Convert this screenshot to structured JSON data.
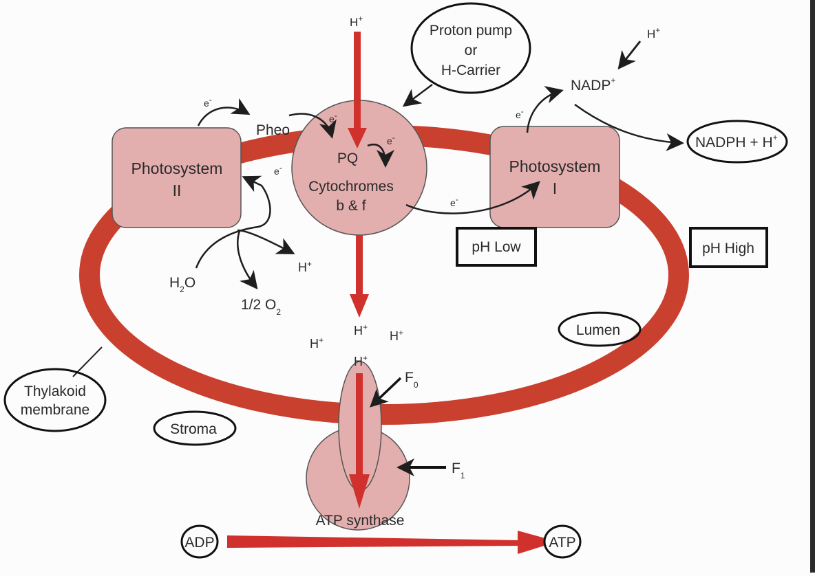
{
  "title": "Light-dependent reactions in the thylakoid membrane",
  "colors": {
    "membrane": "#c9402f",
    "proton_flow": "#d0312d",
    "protein_fill": "#e3aeae",
    "protein_stroke": "#555555",
    "arrow": "#1e1e1e",
    "text": "#2a2a2a"
  },
  "proteins": {
    "photosystem_ii": {
      "line1": "Photosystem",
      "line2": "II"
    },
    "cytochrome": {
      "line1": "PQ",
      "line2": "Cytochromes",
      "line3": "b & f"
    },
    "photosystem_i": {
      "line1": "Photosystem",
      "line2": "I"
    },
    "atp_synthase": {
      "label": "ATP synthase",
      "f0": "F",
      "f0_sub": "0",
      "f1": "F",
      "f1_sub": "1"
    }
  },
  "molecules": {
    "pheo": "Pheo",
    "electron": "e",
    "electron_charge": "-",
    "proton": "H",
    "proton_charge": "+",
    "water": {
      "main": "H",
      "sub": "2",
      "tail": "O"
    },
    "oxygen": {
      "main": "1/2 O",
      "sub": "2"
    },
    "nadp": {
      "main": "NADP",
      "sup": "+"
    },
    "nadph": {
      "main": "NADPH + H",
      "sup": "+"
    },
    "adp": "ADP",
    "atp": "ATP"
  },
  "callouts": {
    "proton_pump": {
      "line1": "Proton pump",
      "line2": "or",
      "line3": "H-Carrier"
    },
    "ph_low": "pH Low",
    "ph_high": "pH High",
    "lumen": "Lumen",
    "stroma": "Stroma",
    "thylakoid_membrane": {
      "line1": "Thylakoid",
      "line2": "membrane"
    }
  }
}
